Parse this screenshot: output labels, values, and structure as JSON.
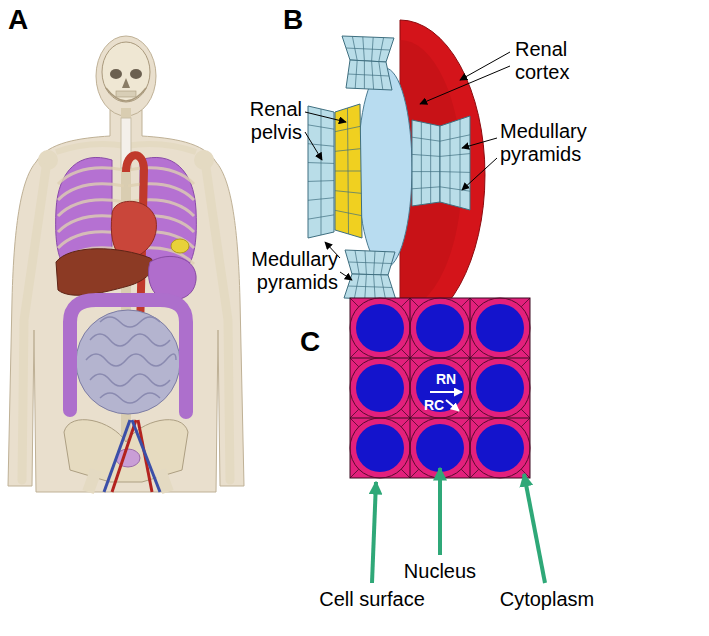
{
  "diagram": {
    "labels": [
      "A",
      "B",
      "Renal cortex",
      "Renal pelvis",
      "Medullary pyramids",
      "Medullary pyramids",
      "C",
      "RN",
      "RC",
      "Nucleus",
      "Cell surface",
      "Cytoplasm"
    ]
  }
}
